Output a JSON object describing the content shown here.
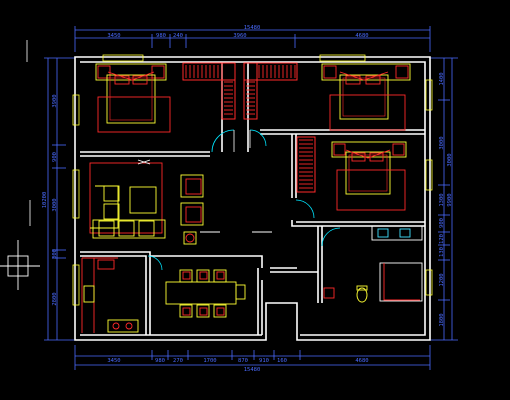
{
  "drawing": {
    "colors": {
      "background": "#000000",
      "wall": "#ffffff",
      "dimension": "#4a6bff",
      "furniture": "#ffff33",
      "accent": "#ff2a2a",
      "fixture": "#40e0ff",
      "door": "#00e6ff"
    },
    "top_dimensions": {
      "total": "15480",
      "segments": [
        "3450",
        "980",
        "240",
        "3960",
        "4680"
      ]
    },
    "bottom_dimensions": {
      "total": "15480",
      "segments": [
        "3450",
        "980",
        "270",
        "1700",
        "870",
        "910",
        "160",
        "4680"
      ]
    },
    "left_dimensions": {
      "total": "10200",
      "segments": [
        "3900",
        "900",
        "3000",
        "300",
        "2800"
      ]
    },
    "right_dimensions": {
      "total": "9900",
      "segments": [
        "1400",
        "3000",
        "1300",
        "900",
        "120",
        "130",
        "1200",
        "1800",
        "3000"
      ]
    }
  }
}
